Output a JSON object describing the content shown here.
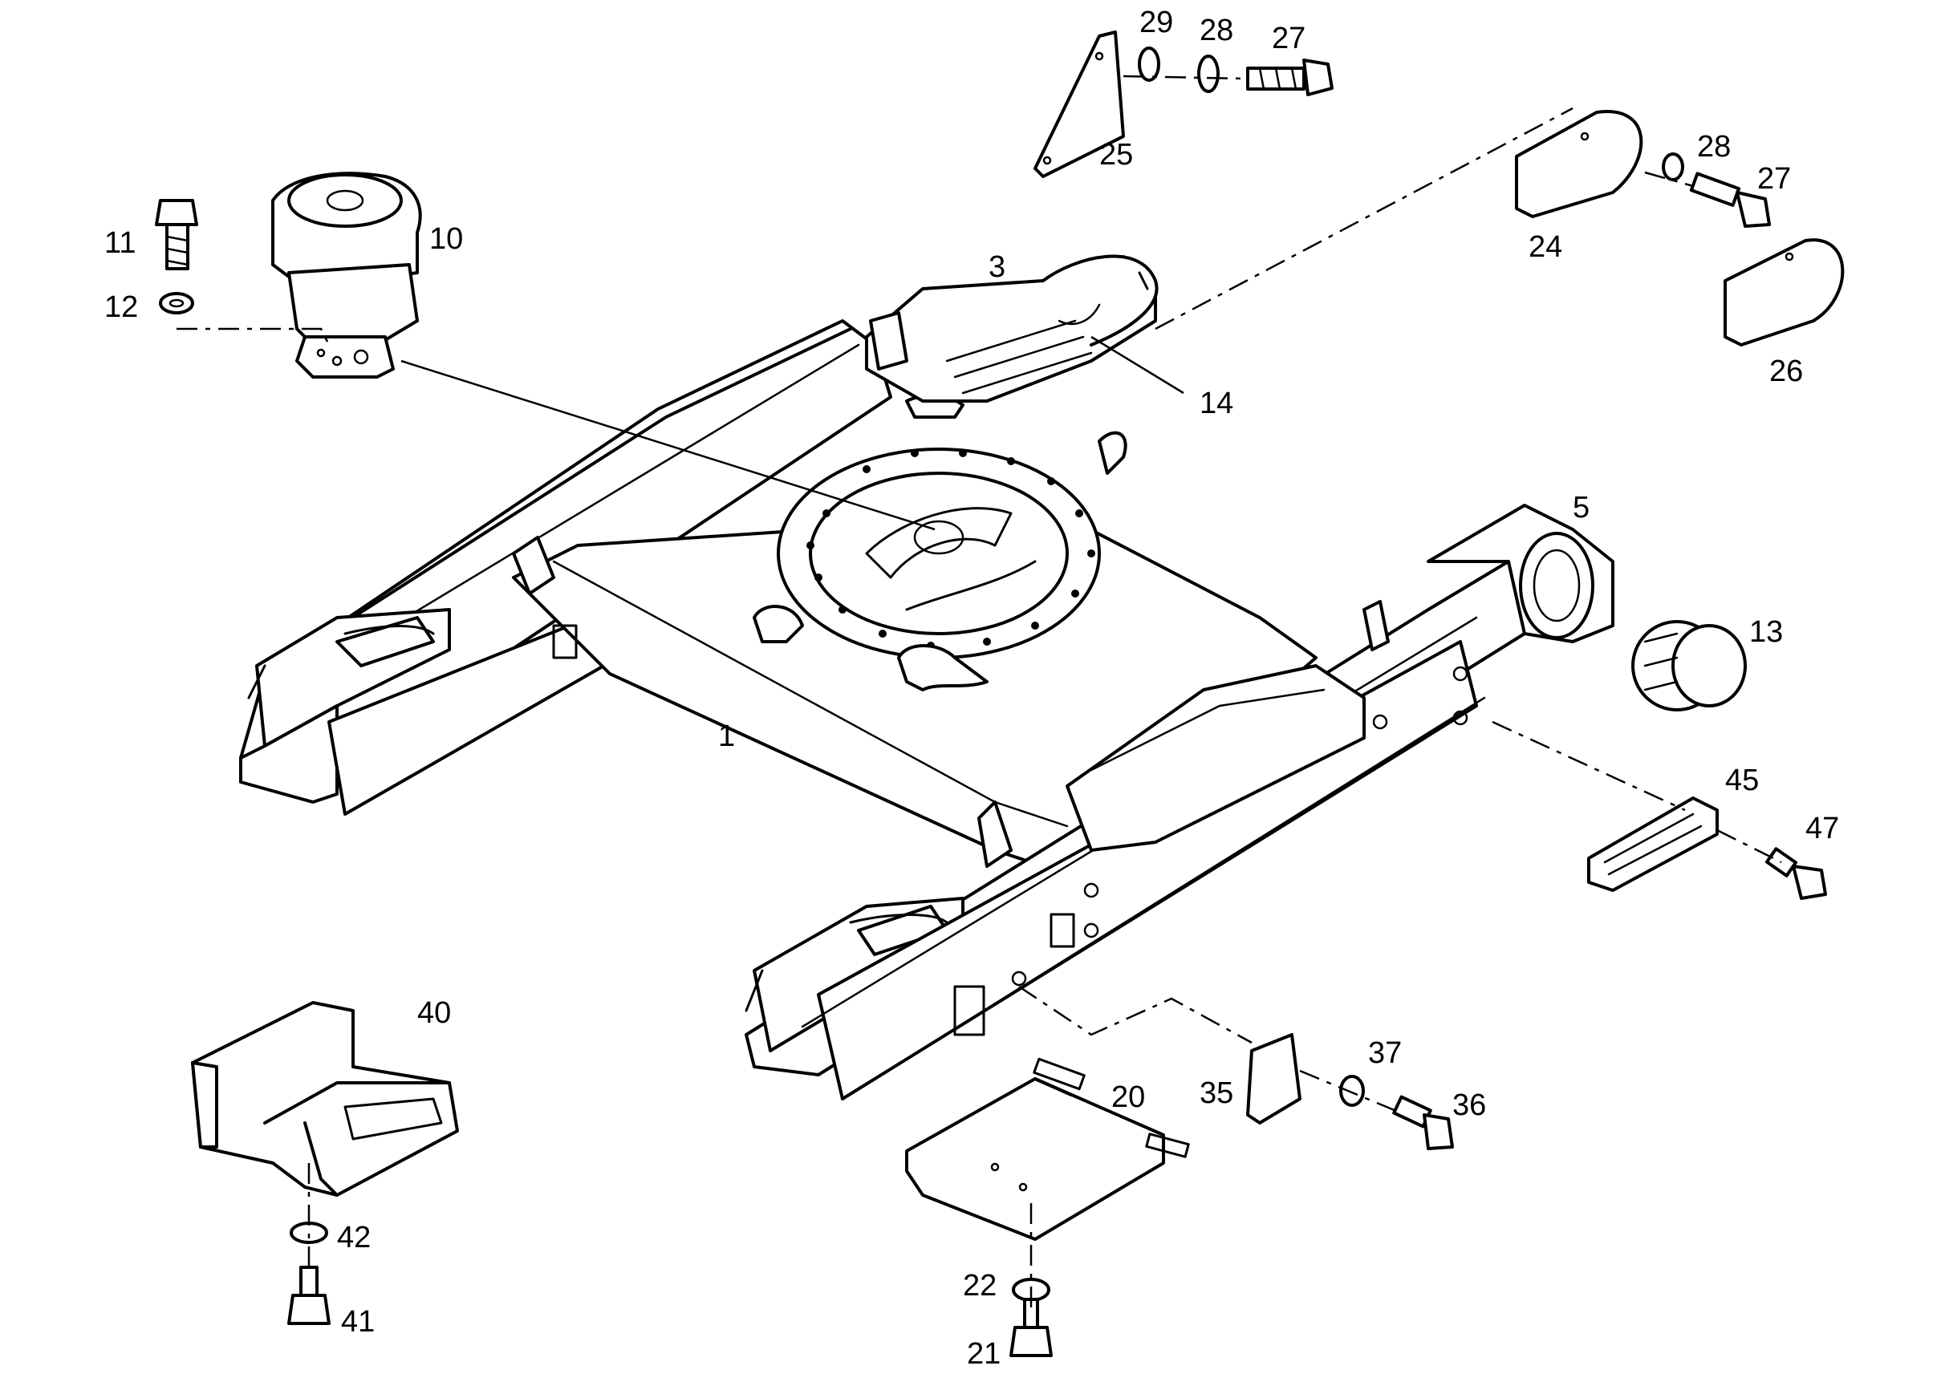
{
  "colors": {
    "line": "#000000",
    "background": "#ffffff"
  },
  "callouts": [
    {
      "id": "c1",
      "label": "1"
    },
    {
      "id": "c3",
      "label": "3"
    },
    {
      "id": "c5",
      "label": "5"
    },
    {
      "id": "c10",
      "label": "10"
    },
    {
      "id": "c11",
      "label": "11"
    },
    {
      "id": "c12",
      "label": "12"
    },
    {
      "id": "c13",
      "label": "13"
    },
    {
      "id": "c14",
      "label": "14"
    },
    {
      "id": "c20",
      "label": "20"
    },
    {
      "id": "c21",
      "label": "21"
    },
    {
      "id": "c22",
      "label": "22"
    },
    {
      "id": "c24",
      "label": "24"
    },
    {
      "id": "c25",
      "label": "25"
    },
    {
      "id": "c26",
      "label": "26"
    },
    {
      "id": "c27a",
      "label": "27"
    },
    {
      "id": "c27b",
      "label": "27"
    },
    {
      "id": "c28a",
      "label": "28"
    },
    {
      "id": "c28b",
      "label": "28"
    },
    {
      "id": "c29",
      "label": "29"
    },
    {
      "id": "c35",
      "label": "35"
    },
    {
      "id": "c36",
      "label": "36"
    },
    {
      "id": "c37",
      "label": "37"
    },
    {
      "id": "c40",
      "label": "40"
    },
    {
      "id": "c41",
      "label": "41"
    },
    {
      "id": "c42",
      "label": "42"
    },
    {
      "id": "c45",
      "label": "45"
    },
    {
      "id": "c47",
      "label": "47"
    }
  ]
}
